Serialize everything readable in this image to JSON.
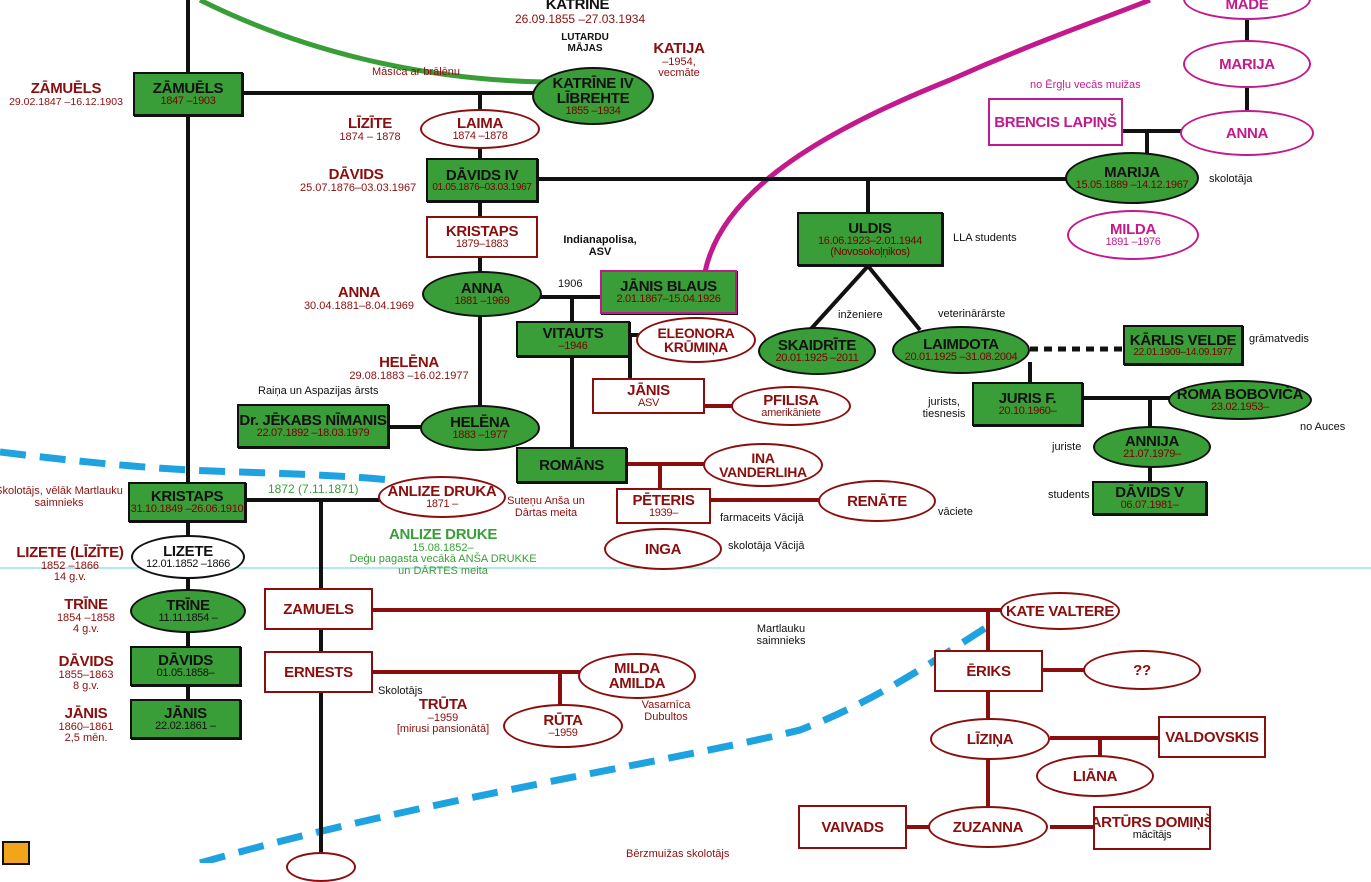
{
  "nodes": {
    "zamuels": {
      "name": "ZĀMUĒLS",
      "dates": "1847 –1903"
    },
    "katrine": {
      "name": "KATRĪNE IV LĪBREHTE",
      "dates": "1855 –1934"
    },
    "laima": {
      "name": "LAIMA",
      "dates": "1874 –1878"
    },
    "davids4": {
      "name": "DĀVIDS IV",
      "dates": "01.05.1876–03.03.1967"
    },
    "kristaps1879": {
      "name": "KRISTAPS",
      "dates": "1879–1883"
    },
    "anna1881": {
      "name": "ANNA",
      "dates": "1881 –1969"
    },
    "jekabs": {
      "name": "Dr. JĒKABS NĪMANIS",
      "dates": "22.07.1892 –18.03.1979"
    },
    "helena": {
      "name": "HELĒNA",
      "dates": "1883 –1977"
    },
    "janis_blaus": {
      "name": "JĀNIS BLAUS",
      "dates": "2.01.1867–15.04.1926"
    },
    "vitauts": {
      "name": "VITAUTS",
      "dates": "–1946"
    },
    "eleonora": {
      "name": "ELEONORA KRŪMIŅA",
      "dates": ""
    },
    "janis_asv": {
      "name": "JĀNIS",
      "dates": "ASV"
    },
    "pfilisa": {
      "name": "PFILISA",
      "dates": "amerikāniete"
    },
    "romans": {
      "name": "ROMĀNS",
      "dates": ""
    },
    "ina": {
      "name": "INA VANDERLIHA",
      "dates": ""
    },
    "peteris": {
      "name": "PĒTERIS",
      "dates": "1939–"
    },
    "renate": {
      "name": "RENĀTE",
      "dates": ""
    },
    "inga": {
      "name": "INGA",
      "dates": ""
    },
    "uldis": {
      "name": "ULDIS",
      "dates": "16.06.1923–2.01.1944",
      "extra": "(Novosokoļņikos)"
    },
    "skaidrite": {
      "name": "SKAIDRĪTE",
      "dates": "20.01.1925 –2011"
    },
    "laimdota": {
      "name": "LAIMDOTA",
      "dates": "20.01.1925 –31.08.2004"
    },
    "karlis": {
      "name": "KĀRLIS VELDE",
      "dates": "22.01.1909–14.09.1977"
    },
    "juris": {
      "name": "JURIS F.",
      "dates": "20.10.1960–"
    },
    "roma": {
      "name": "ROMA BOBOVIČA",
      "dates": "23.02.1953–"
    },
    "annija": {
      "name": "ANNIJA",
      "dates": "21.07.1979–"
    },
    "davids5": {
      "name": "DĀVIDS V",
      "dates": "06.07.1981–"
    },
    "marija1889": {
      "name": "MARIJA",
      "dates": "15.05.1889 –14.12.1967"
    },
    "milda1891": {
      "name": "MILDA",
      "dates": "1891 –1976"
    },
    "brencis": {
      "name": "BRENCIS LAPIŅŠ",
      "dates": ""
    },
    "anna_m": {
      "name": "ANNA",
      "dates": ""
    },
    "marija_m": {
      "name": "MARIJA",
      "dates": ""
    },
    "made": {
      "name": "MADE",
      "dates": ""
    },
    "kristaps1849": {
      "name": "KRISTAPS",
      "dates": "31.10.1849 –26.06.1910"
    },
    "lizete": {
      "name": "LIZETE",
      "dates": "12.01.1852 –1866"
    },
    "trine": {
      "name": "TRĪNE",
      "dates": "11.11.1854 –"
    },
    "davids1858": {
      "name": "DĀVIDS",
      "dates": "01.05.1858–"
    },
    "janis1861": {
      "name": "JĀNIS",
      "dates": "22.02.1861 –"
    },
    "anlize": {
      "name": "ANLIZE DRUKA",
      "dates": "1871 –"
    },
    "zamuels_r": {
      "name": "ZAMUELS",
      "dates": ""
    },
    "ernests": {
      "name": "ERNESTS",
      "dates": ""
    },
    "milda_amilda": {
      "name": "MILDA AMILDA",
      "dates": ""
    },
    "ruta": {
      "name": "RŪTA",
      "dates": "–1959"
    },
    "kate": {
      "name": "KATE VALTERE",
      "dates": ""
    },
    "eriks": {
      "name": "ĒRIKS",
      "dates": ""
    },
    "qq": {
      "name": "??",
      "dates": ""
    },
    "lizina": {
      "name": "LĪZIŅA",
      "dates": ""
    },
    "valdovskis": {
      "name": "VALDOVSKIS",
      "dates": ""
    },
    "liana": {
      "name": "LIĀNA",
      "dates": ""
    },
    "vaivads": {
      "name": "VAIVADS",
      "dates": ""
    },
    "zuzanna": {
      "name": "ZUZANNA",
      "dates": ""
    },
    "arturs": {
      "name": "ARTŪRS DOMIŅŠ",
      "dates": "mācītājs"
    }
  },
  "labels": {
    "katrine_top": {
      "name": "KATRĪNE",
      "dates": "26.09.1855 –27.03.1934"
    },
    "lutardu": "LUTARDU MĀJAS",
    "katija": {
      "name": "KATIJA",
      "dates": "–1954, vecmāte"
    },
    "zamuels_left": {
      "name": "ZĀMUĒLS",
      "dates": "29.02.1847 –16.12.1903"
    },
    "masica": "Māsīca ar brālēnu",
    "lizite1874": {
      "name": "LĪZĪTE",
      "dates": "1874 – 1878"
    },
    "davids_left": {
      "name": "DĀVIDS",
      "dates": "25.07.1876–03.03.1967"
    },
    "indianapolisa": "Indianapolisa, ASV",
    "anna_left": {
      "name": "ANNA",
      "dates": "30.04.1881–8.04.1969"
    },
    "year1906": "1906",
    "helena_left": {
      "name": "HELĒNA",
      "dates": "29.08.1883 –16.02.1977"
    },
    "rainis": "Raiņa un Aspazijas ārsts",
    "lla": "LLA students",
    "inzeniere": "inženiere",
    "veterinararste": "veterinārārste",
    "gramatvedis": "grāmatvedis",
    "jurists": "jurists, tiesnesis",
    "no_auces": "no Auces",
    "juriste": "juriste",
    "students": "students",
    "skolotaja": "skolotāja",
    "no_erglu": "no Ērgļu vecās muižas",
    "farmaceits": "farmaceits Vācijā",
    "vaciete": "vāciete",
    "skolotaja_vacija": "skolotāja Vācijā",
    "skolotajs_left": "Skolotājs, vēlāk Martlauku saimnieks",
    "lizete_left": {
      "name": "LIZETE (LĪZĪTE)",
      "dates": "1852 –1866",
      "age": "14 g.v."
    },
    "trine_left": {
      "name": "TRĪNE",
      "dates": "1854 –1858",
      "age": "4 g.v."
    },
    "davids1855_left": {
      "name": "DĀVIDS",
      "dates": "1855–1863",
      "age": "8 g.v."
    },
    "janis1860_left": {
      "name": "JĀNIS",
      "dates": "1860–1861",
      "age": "2,5 mēn."
    },
    "marriage1872": "1872 (7.11.1871)",
    "sutenu": "Suteņu Anša un Dārtas meita",
    "anlize_druke": {
      "name": "ANLIZE DRUKE",
      "dates": "15.08.1852–",
      "note1": "Deģu pagasta vecākā ANŠA DRUKKE",
      "note2": "un DĀRTES meita"
    },
    "martlauku": "Martlauku saimnieks",
    "skolotajs": "Skolotājs",
    "truta": {
      "name": "TRŪTA",
      "dates": "–1959",
      "note": "[mirusi pansionātā]"
    },
    "vasarnica": "Vasarnīca Dubultos",
    "berzmuizas": "Bērzmuižas skolotājs"
  }
}
